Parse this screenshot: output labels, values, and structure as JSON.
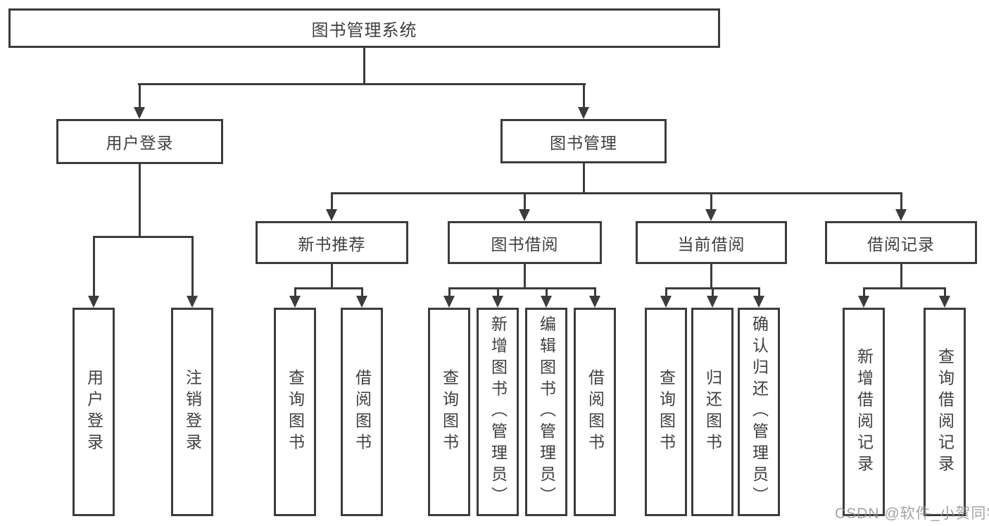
{
  "diagram": {
    "root": {
      "label": "图书管理系统"
    },
    "branches": [
      {
        "label": "用户登录",
        "leaves": [
          {
            "label": "用户登录"
          },
          {
            "label": "注销登录"
          }
        ]
      },
      {
        "label": "图书管理",
        "sections": [
          {
            "label": "新书推荐",
            "leaves": [
              {
                "label": "查询图书"
              },
              {
                "label": "借阅图书"
              }
            ]
          },
          {
            "label": "图书借阅",
            "leaves": [
              {
                "label": "查询图书"
              },
              {
                "label": "新增图书（管理员）"
              },
              {
                "label": "编辑图书（管理员）"
              },
              {
                "label": "借阅图书"
              }
            ]
          },
          {
            "label": "当前借阅",
            "leaves": [
              {
                "label": "查询图书"
              },
              {
                "label": "归还图书"
              },
              {
                "label": "确认归还（管理员）"
              }
            ]
          },
          {
            "label": "借阅记录",
            "leaves": [
              {
                "label": "新增借阅记录"
              },
              {
                "label": "查询借阅记录"
              }
            ]
          }
        ]
      }
    ],
    "watermark": "CSDN @软件_小贺同学",
    "colors": {
      "line": "#3c3c3c",
      "text": "#3f3f3f",
      "watermark": "#8c8c8c",
      "background": "#ffffff"
    }
  }
}
